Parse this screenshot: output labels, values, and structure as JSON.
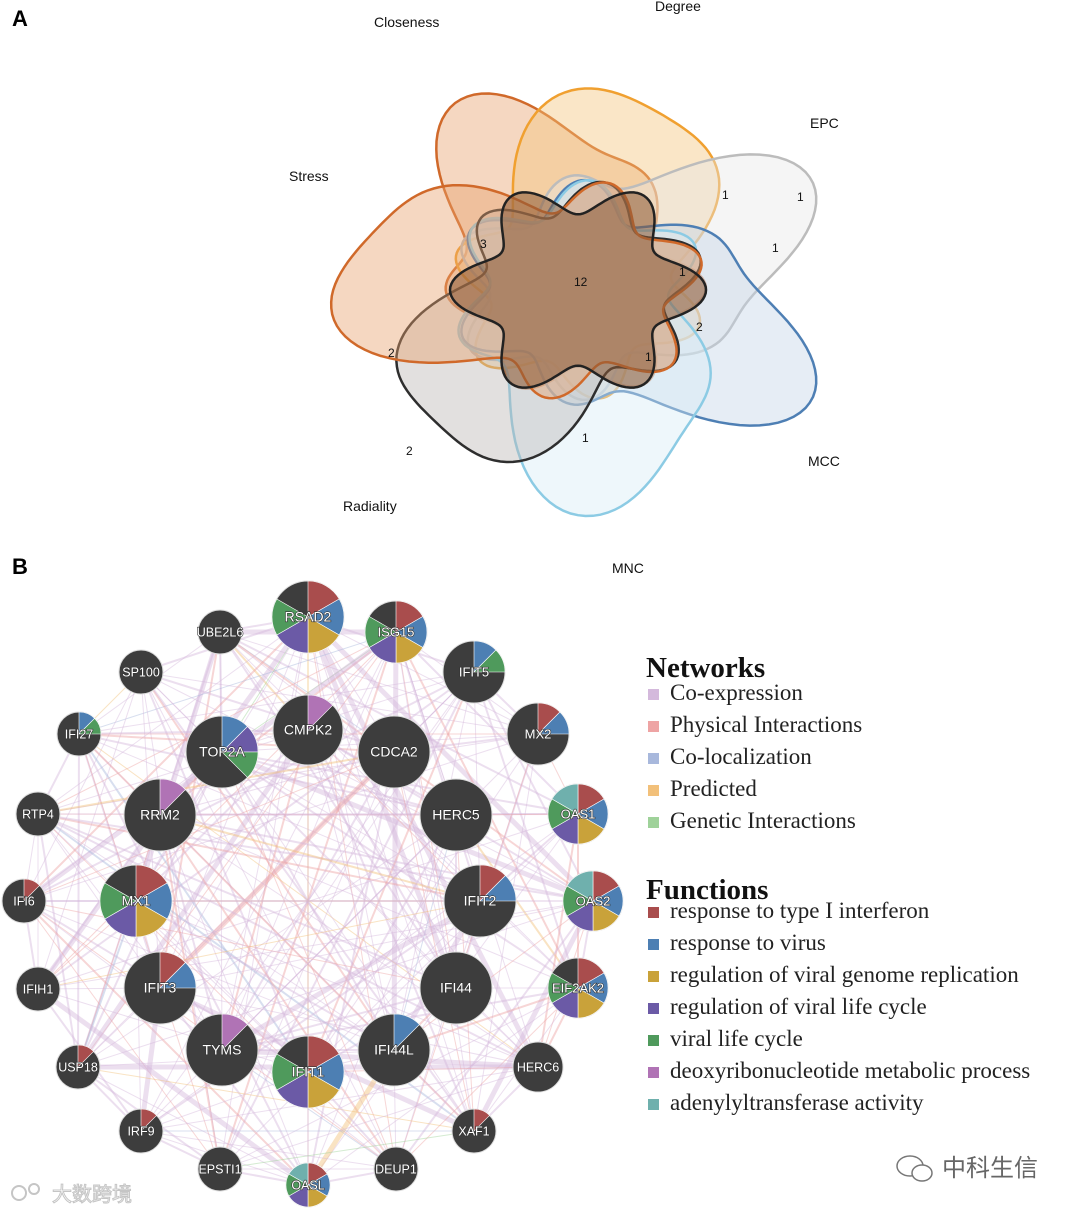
{
  "panel_a": {
    "label": "A",
    "sets": [
      {
        "name": "Closeness",
        "color": "#d9722e"
      },
      {
        "name": "Degree",
        "color": "#f2a93b"
      },
      {
        "name": "EPC",
        "color": "#bdbdbd"
      },
      {
        "name": "MCC",
        "color": "#5b8ec0"
      },
      {
        "name": "MNC",
        "color": "#9dd2e8"
      },
      {
        "name": "Radiality",
        "color": "#333333"
      },
      {
        "name": "Stress",
        "color": "#d9722e"
      }
    ],
    "counts": [
      {
        "value": "12",
        "region": "core"
      },
      {
        "value": "3",
        "region": "closeness-stress"
      },
      {
        "value": "1",
        "region": "epc-mcc-a"
      },
      {
        "value": "1",
        "region": "epc-only"
      },
      {
        "value": "1",
        "region": "epc-mcc-b"
      },
      {
        "value": "1",
        "region": "epc-mcc-c"
      },
      {
        "value": "2",
        "region": "mcc-epc"
      },
      {
        "value": "1",
        "region": "mcc-inner"
      },
      {
        "value": "2",
        "region": "stress-radiality"
      },
      {
        "value": "2",
        "region": "radiality-only"
      },
      {
        "value": "1",
        "region": "mnc-radiality"
      }
    ]
  },
  "panel_b": {
    "label": "B",
    "networks_title": "Networks",
    "networks": [
      {
        "label": "Co-expression",
        "color": "#d4b9dc"
      },
      {
        "label": "Physical Interactions",
        "color": "#eea4a4"
      },
      {
        "label": "Co-localization",
        "color": "#a8b8dc"
      },
      {
        "label": "Predicted",
        "color": "#f2c07a"
      },
      {
        "label": "Genetic Interactions",
        "color": "#9fd29a"
      }
    ],
    "functions_title": "Functions",
    "functions": [
      {
        "label": "response to type I interferon",
        "color": "#a94d4d"
      },
      {
        "label": "response to virus",
        "color": "#4d7fb3"
      },
      {
        "label": "regulation of viral genome replication",
        "color": "#c9a23a"
      },
      {
        "label": "regulation of viral life cycle",
        "color": "#6b5aa6"
      },
      {
        "label": "viral life cycle",
        "color": "#4f9a5c"
      },
      {
        "label": "deoxyribonucleotide metabolic process",
        "color": "#b073b5"
      },
      {
        "label": "adenylyltransferase activity",
        "color": "#6fb0ad"
      }
    ],
    "genes": [
      {
        "name": "UBE2L6",
        "functions": []
      },
      {
        "name": "RSAD2",
        "functions": [
          0,
          1,
          2,
          3,
          4
        ]
      },
      {
        "name": "ISG15",
        "functions": [
          0,
          1,
          2,
          3,
          4
        ]
      },
      {
        "name": "SP100",
        "functions": []
      },
      {
        "name": "IFIT5",
        "functions": [
          1,
          4
        ]
      },
      {
        "name": "IFI27",
        "functions": [
          1,
          4
        ]
      },
      {
        "name": "MX2",
        "functions": [
          0,
          1
        ]
      },
      {
        "name": "TOP2A",
        "functions": [
          1,
          3,
          4
        ]
      },
      {
        "name": "CMPK2",
        "functions": [
          5
        ]
      },
      {
        "name": "CDCA2",
        "functions": []
      },
      {
        "name": "RTP4",
        "functions": []
      },
      {
        "name": "RRM2",
        "functions": [
          5
        ]
      },
      {
        "name": "HERC5",
        "functions": []
      },
      {
        "name": "OAS1",
        "functions": [
          0,
          1,
          2,
          3,
          4,
          6
        ]
      },
      {
        "name": "IFI6",
        "functions": [
          0
        ]
      },
      {
        "name": "MX1",
        "functions": [
          0,
          1,
          2,
          3,
          4
        ]
      },
      {
        "name": "IFIT2",
        "functions": [
          0,
          1
        ]
      },
      {
        "name": "OAS2",
        "functions": [
          0,
          1,
          2,
          3,
          4,
          6
        ]
      },
      {
        "name": "IFIH1",
        "functions": []
      },
      {
        "name": "IFIT3",
        "functions": [
          0,
          1
        ]
      },
      {
        "name": "IFI44",
        "functions": []
      },
      {
        "name": "EIF2AK2",
        "functions": [
          0,
          1,
          2,
          3,
          4
        ]
      },
      {
        "name": "TYMS",
        "functions": [
          5
        ]
      },
      {
        "name": "IFI44L",
        "functions": [
          1
        ]
      },
      {
        "name": "USP18",
        "functions": [
          0
        ]
      },
      {
        "name": "IFIT1",
        "functions": [
          0,
          1,
          2,
          3,
          4
        ]
      },
      {
        "name": "HERC6",
        "functions": []
      },
      {
        "name": "IRF9",
        "functions": [
          0
        ]
      },
      {
        "name": "XAF1",
        "functions": [
          0
        ]
      },
      {
        "name": "EPSTI1",
        "functions": []
      },
      {
        "name": "OASL",
        "functions": [
          0,
          1,
          2,
          3,
          4,
          6
        ]
      },
      {
        "name": "DEUP1",
        "functions": []
      }
    ]
  },
  "watermarks": {
    "left": "大数跨境",
    "right": "中科生信"
  }
}
